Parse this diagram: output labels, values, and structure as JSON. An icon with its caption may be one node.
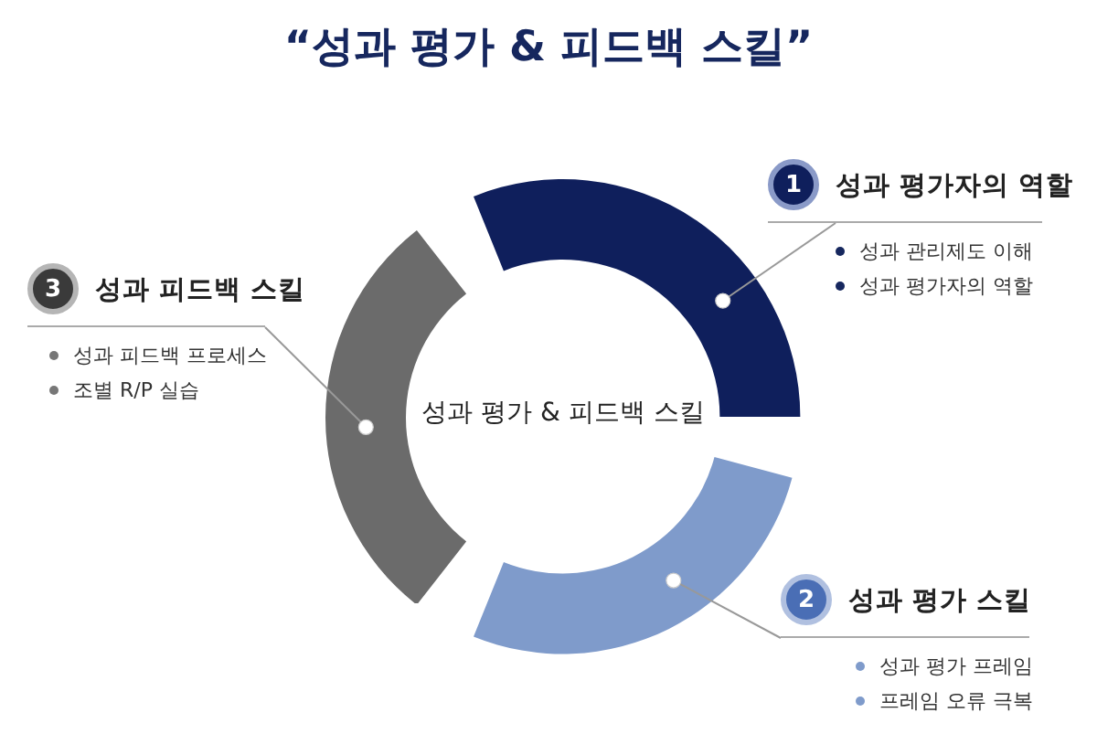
{
  "diagram": {
    "title": "“성과 평가 & 피드백 스킬”",
    "nodes": [
      {
        "text": [],
        "shape": "arc"
      },
      {
        "text": [],
        "shape": "arc"
      },
      {
        "text": [],
        "shape": "arc"
      },
      {
        "text": [
          "1",
          "성과 평가자의 역할",
          "성과 관리제도 이해",
          "성과 평가자의 역할"
        ]
      },
      {
        "text": [
          "2",
          "성과 평가 스킬",
          "성과 평가 프레임",
          "프레임 오류 극복"
        ]
      },
      {
        "text": [
          "3",
          "성과 피드백 스킬",
          "성과 피드백 프로세스",
          "조별 R/P 실습"
        ]
      }
    ],
    "edges": [
      {
        "from": 0,
        "to": 3,
        "arrow": "none"
      },
      {
        "from": 1,
        "to": 5,
        "arrow": "none"
      },
      {
        "from": 2,
        "to": 4,
        "arrow": "none"
      }
    ],
    "labels": [
      "성과 평가 & 피드백 스킬"
    ]
  }
}
